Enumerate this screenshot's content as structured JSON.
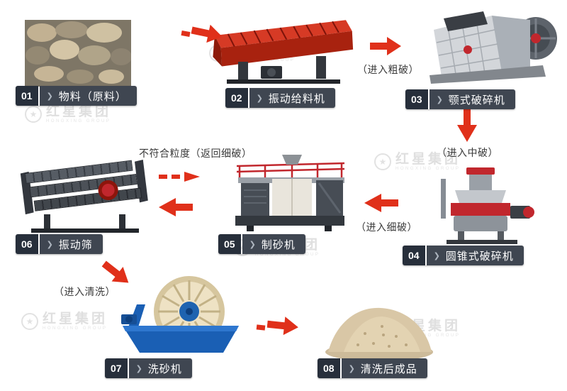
{
  "watermark": {
    "text": "红星集团",
    "subtext": "HONGXING GROUP"
  },
  "icons": {
    "chevron": "❯",
    "star": "★"
  },
  "steps": [
    {
      "id": "01",
      "label": "物料（原料）"
    },
    {
      "id": "02",
      "label": "振动给料机"
    },
    {
      "id": "03",
      "label": "颚式破碎机"
    },
    {
      "id": "04",
      "label": "圆锥式破碎机"
    },
    {
      "id": "05",
      "label": "制砂机"
    },
    {
      "id": "06",
      "label": "振动筛"
    },
    {
      "id": "07",
      "label": "洗砂机"
    },
    {
      "id": "08",
      "label": "清洗后成品"
    }
  ],
  "annotations": {
    "to_coarse": "（进入粗破）",
    "to_medium": "（进入中破）",
    "to_fine": "（进入细破）",
    "return_fine": "不符合粒度（返回细破）",
    "to_wash": "（进入清洗）"
  },
  "colors": {
    "arrow": "#e0301a",
    "label_banner": "#3f4651",
    "label_number": "#272f3b",
    "machine_red": "#c1272d",
    "washer_blue": "#1a5fb4",
    "annotation_text": "#3a3a3a",
    "watermark_gray": "#cbcbcb"
  }
}
